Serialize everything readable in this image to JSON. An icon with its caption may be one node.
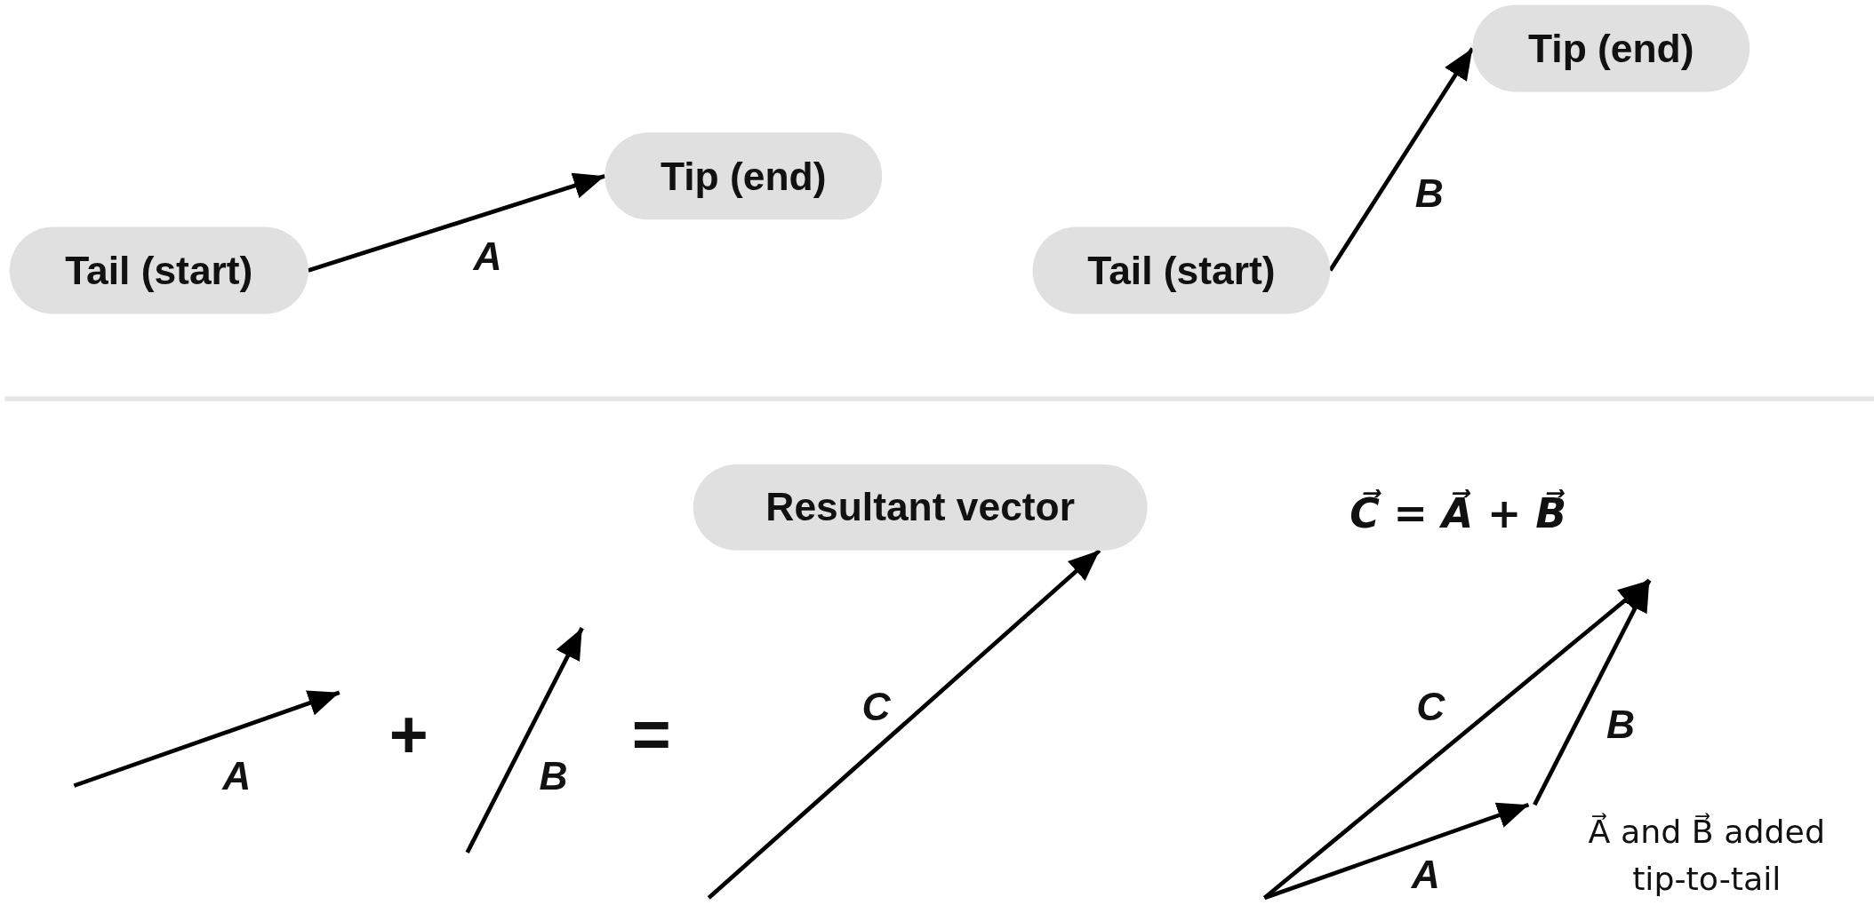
{
  "diagram": {
    "nodes": [
      {
        "text": [
          "Tail (start)"
        ]
      },
      {
        "text": [
          "Tip (end)"
        ]
      },
      {
        "text": [
          "Tail (start)"
        ]
      },
      {
        "text": [
          "Tip (end)"
        ]
      },
      {
        "text": [
          "Resultant vector"
        ]
      }
    ],
    "edges": [
      {
        "from": 0,
        "to": 1,
        "arrow": "to",
        "label": "A"
      },
      {
        "from": 2,
        "to": 3,
        "arrow": "to",
        "label": "B"
      },
      {
        "from": null,
        "to": 4,
        "arrow": "to",
        "label": "C"
      }
    ],
    "labels": [
      "C⃗ = A⃗ + B⃗",
      "A",
      "+",
      "B",
      "=",
      "C",
      "B",
      "A",
      "A⃗ and B⃗ added tip-to-tail"
    ]
  }
}
